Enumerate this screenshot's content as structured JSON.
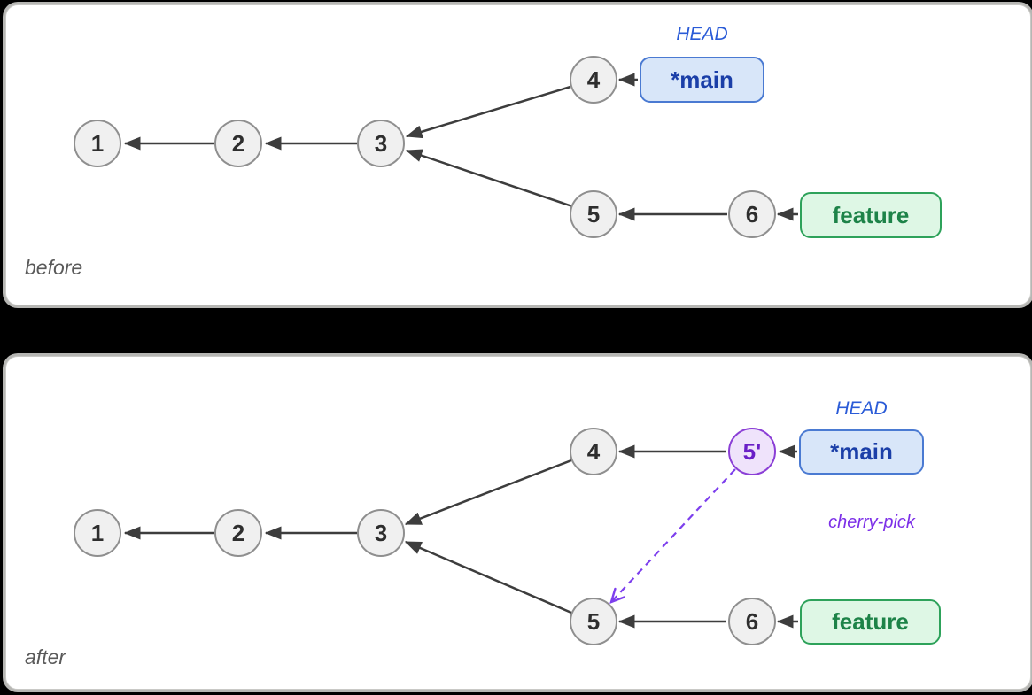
{
  "before_panel": {
    "caption": "before",
    "commits": [
      "1",
      "2",
      "3",
      "4",
      "5",
      "6"
    ],
    "head_label": "HEAD",
    "main_branch_label": "*main",
    "feature_branch_label": "feature"
  },
  "after_panel": {
    "caption": "after",
    "commits": [
      "1",
      "2",
      "3",
      "4",
      "5'",
      "5",
      "6"
    ],
    "head_label": "HEAD",
    "main_branch_label": "*main",
    "feature_branch_label": "feature",
    "operation_label": "cherry-pick"
  },
  "colors": {
    "page_bg": "#000000",
    "panel_bg": "#ffffff",
    "commit_fill": "#f0f0f0",
    "commit_border": "#8f8f8f",
    "commit_text": "#2e2e2e",
    "arrow": "#3d3d3d",
    "head_text": "#2a5bd7",
    "main_box_fill": "#d8e6f9",
    "main_box_border": "#4a7ad2",
    "main_box_text": "#1b3fa8",
    "feature_box_fill": "#def7e5",
    "feature_box_border": "#2da25a",
    "feature_box_text": "#1d8348",
    "new_commit_fill": "#efe3fb",
    "new_commit_border": "#8b3fd6",
    "new_commit_text": "#6a1fc7",
    "cherry_pick_color": "#7d3fed",
    "caption_text": "#5a5a5a"
  }
}
